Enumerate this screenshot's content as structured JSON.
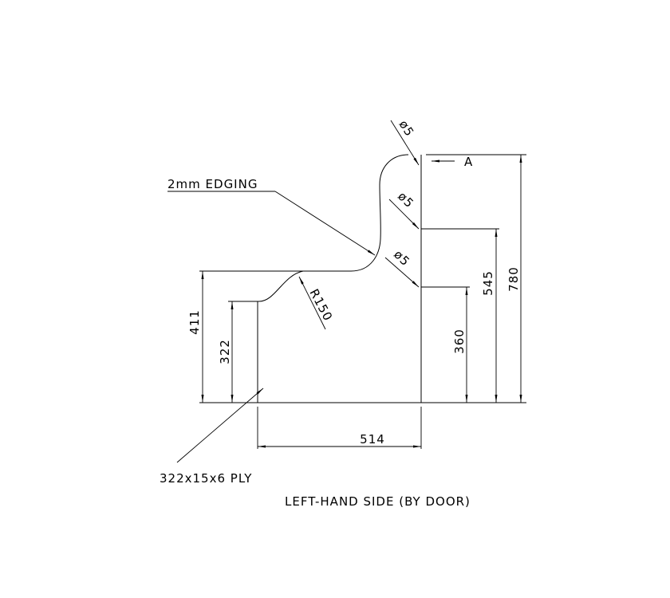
{
  "drawing": {
    "title": "LEFT-HAND SIDE (BY DOOR)",
    "annotations": {
      "edging": "2mm EDGING",
      "ply": "322x15x6 PLY",
      "section_marker": "A",
      "radius": "R150",
      "hole_top": "ø5",
      "hole_mid": "ø5",
      "hole_low": "ø5"
    },
    "dimensions": {
      "overall_height": "780",
      "hole_mid_height": "545",
      "hole_low_height": "360",
      "seat_height": "411",
      "front_height": "322",
      "depth": "514"
    },
    "colors": {
      "line": "#000000",
      "background": "#ffffff"
    }
  }
}
